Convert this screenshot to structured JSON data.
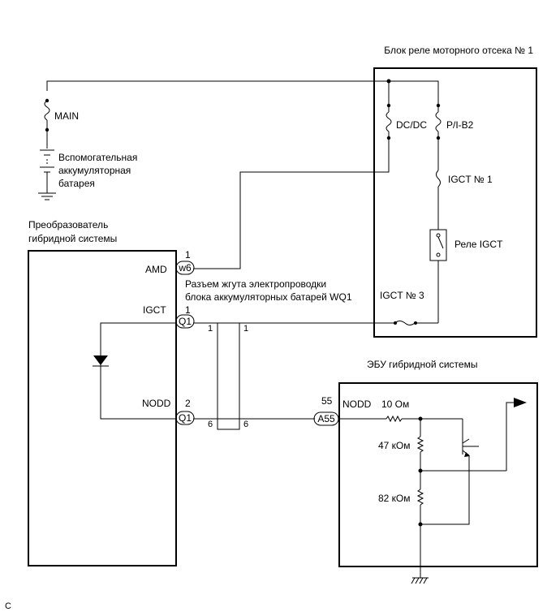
{
  "blocks": {
    "relay_block_title": "Блок реле моторного отсека № 1",
    "hv_converter_title_line1": "Преобразователь",
    "hv_converter_title_line2": "гибридной системы",
    "hybrid_ecu_title": "ЭБУ гибридной системы",
    "harness_connector_line1": "Разъем жгута электропроводки",
    "harness_connector_line2": "блока аккумуляторных батарей WQ1"
  },
  "fuses": {
    "main": "MAIN",
    "dcdc": "DC/DC",
    "pib2": "P/I-B2",
    "igct1": "IGCT № 1",
    "igct3": "IGCT № 3"
  },
  "relay": {
    "label": "Реле IGCT"
  },
  "battery": {
    "line1": "Вспомогательная",
    "line2": "аккумуляторная",
    "line3": "батарея"
  },
  "terminals": {
    "amd": "AMD",
    "igct": "IGCT",
    "nodd": "NODD",
    "ecu_nodd": "NODD"
  },
  "connectors": {
    "w6": "w6",
    "q1_top": "Q1",
    "q1_bottom": "Q1",
    "a55": "A55"
  },
  "pins": {
    "w6_pin": "1",
    "igct_pin": "1",
    "nodd_pin": "2",
    "a55_pin": "55",
    "wq1_left_top": "1",
    "wq1_right_top": "1",
    "wq1_left_bottom": "6",
    "wq1_right_bottom": "6"
  },
  "resistors": {
    "r1": "10 Ом",
    "r2": "47 кОм",
    "r3": "82 кОм"
  },
  "footer": {
    "code": "C"
  }
}
